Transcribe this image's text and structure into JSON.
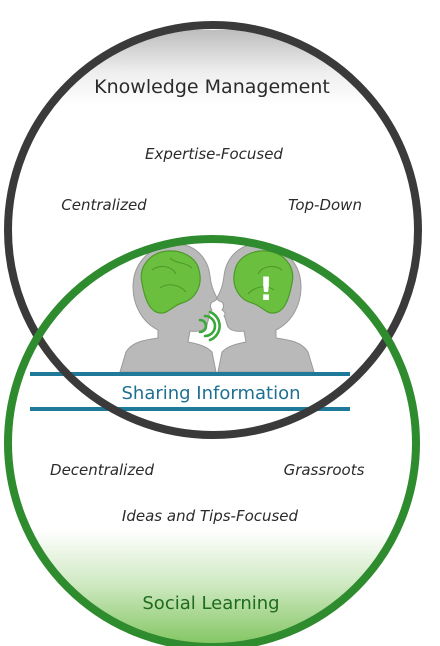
{
  "diagram": {
    "top_circle": {
      "title": "Knowledge Management",
      "attributes": {
        "focus": "Expertise-Focused",
        "left": "Centralized",
        "right": "Top-Down"
      },
      "color": "#3a3a3a"
    },
    "bottom_circle": {
      "title": "Social Learning",
      "attributes": {
        "left": "Decentralized",
        "right": "Grassroots",
        "focus": "Ideas and Tips-Focused"
      },
      "color": "#2e8b2e"
    },
    "intersection": {
      "label": "Sharing Information",
      "band_color": "#1f7a9a"
    },
    "icons": {
      "left_person": "head-silhouette-brain",
      "right_person": "head-silhouette-brain-exclamation",
      "speech": "sound-waves",
      "exclamation": "!"
    }
  }
}
